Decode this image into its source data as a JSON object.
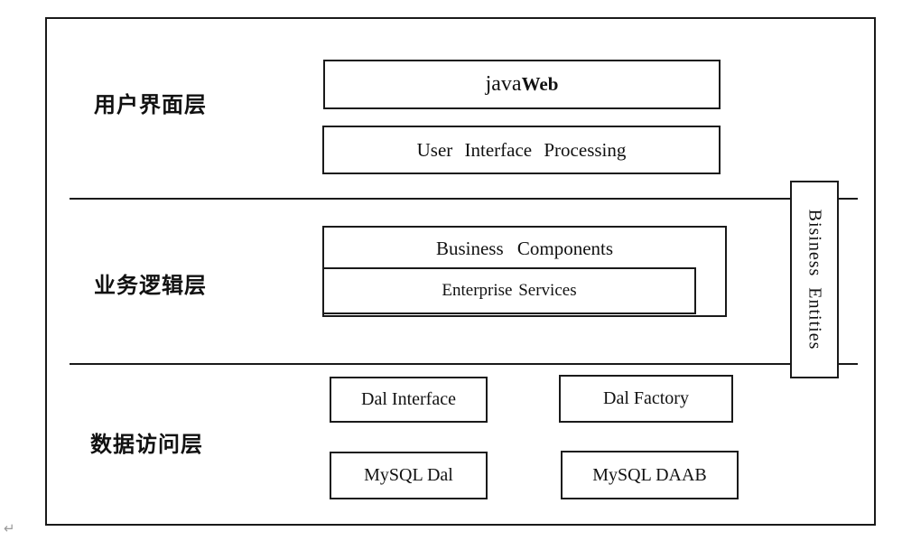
{
  "layer_labels": {
    "ui": "用户界面层",
    "business": "业务逻辑层",
    "data": "数据访问层"
  },
  "boxes": {
    "javaweb_prefix": "java",
    "javaweb_suffix": "Web",
    "user_interface_processing": "User Interface Processing",
    "business_components": "Business Components",
    "enterprise_services": "Enterprise Services",
    "business_entities": "Bisiness Entities",
    "dal_interface": "Dal Interface",
    "dal_factory": "Dal Factory",
    "mysql_dal": "MySQL Dal",
    "mysql_daab": "MySQL DAAB"
  },
  "misc": {
    "return_mark": "↵"
  },
  "colors": {
    "line": "#1a1a1a",
    "background": "#ffffff",
    "return_mark_gray": "#9a9a9a"
  }
}
